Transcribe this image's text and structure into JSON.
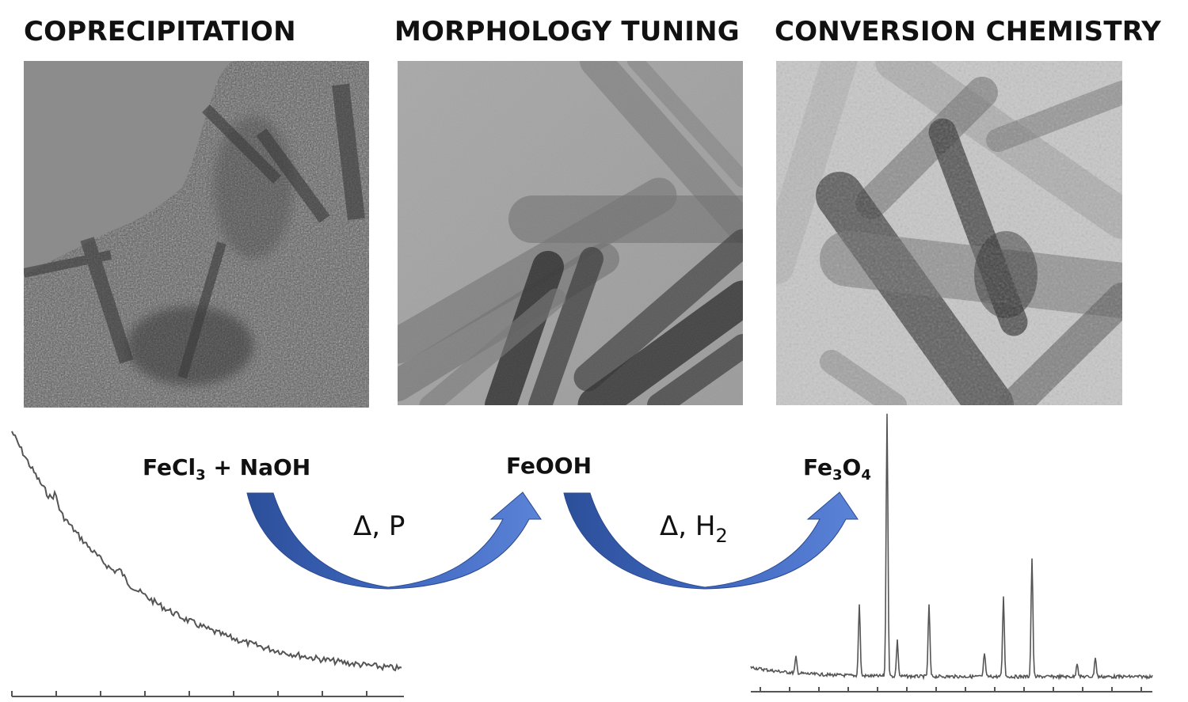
{
  "stages": {
    "stage1_title": "COPRECIPITATION",
    "stage2_title": "MORPHOLOGY TUNING",
    "stage3_title": "CONVERSION CHEMISTRY"
  },
  "scheme": {
    "reactant_a": "FeCl",
    "reactant_a_sub": "3",
    "reactant_b": " + NaOH",
    "intermediate": "FeOOH",
    "product_fe": "Fe",
    "product_fe_sub": "3",
    "product_o": "O",
    "product_o_sub": "4",
    "condition1": "Δ, P",
    "condition2_main": "Δ, H",
    "condition2_sub": "2"
  },
  "colors": {
    "arrow_light": "#5b84d8",
    "arrow_dark": "#2c4f99",
    "trace": "#555555",
    "text": "#111111"
  },
  "icons": {
    "arrow1": "curved-arrow-icon",
    "arrow2": "curved-arrow-icon"
  }
}
